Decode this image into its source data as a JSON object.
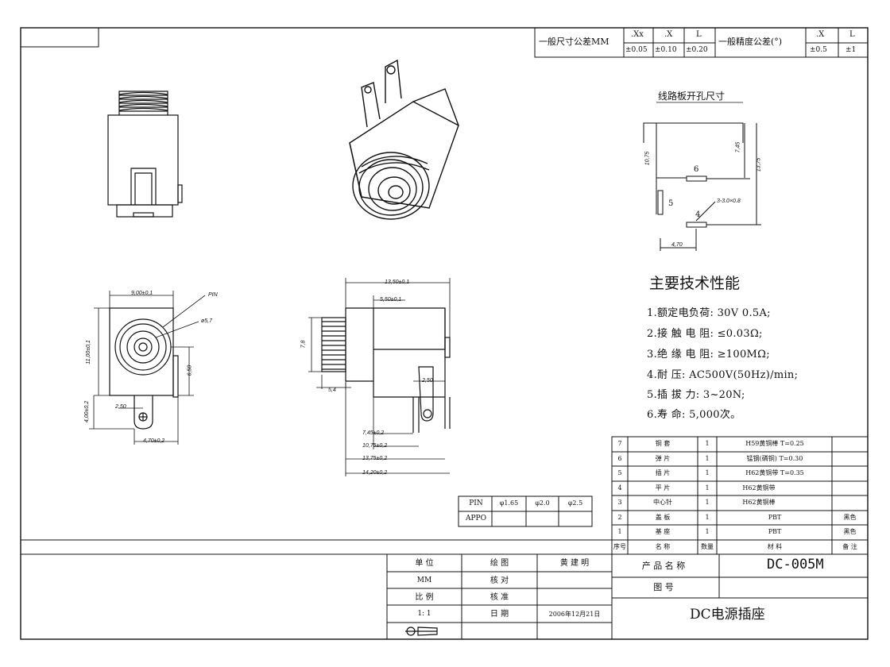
{
  "header": {
    "dim_tol_label": "一般尺寸公差MM",
    "dim_tol": [
      {
        "col": ".Xx",
        "val": "±0.05"
      },
      {
        "col": ".X",
        "val": "±0.10"
      },
      {
        "col": "L",
        "val": "±0.20"
      }
    ],
    "ang_tol_label": "一般精度公差(°)",
    "ang_tol": [
      {
        "col": ".X",
        "val": "±0.5"
      },
      {
        "col": "L",
        "val": "±1"
      }
    ]
  },
  "pcb": {
    "title": "线路板开孔尺寸",
    "dims": [
      "10,75",
      "7,45",
      "13,75",
      "4,70",
      "3-3.0×0.8"
    ],
    "hole_labels": [
      "6",
      "5",
      "4"
    ]
  },
  "specs": {
    "title": "主要技术性能",
    "items": [
      "1.额定电负荷:  30V 0.5A;",
      "2.接 触 电 阻: ≤0.03Ω;",
      "3.绝 缘 电 阻: ≥100MΩ;",
      "4.耐        压: AC500V(50Hz)/min;",
      "5.插  拔    力: 3~20N;",
      "6.寿        命: 5,000次。"
    ]
  },
  "front_dims": [
    "9,00±0,1",
    "PIN",
    "ø5,7",
    "11,00±0,1",
    "6,50",
    "4,00±0,2",
    "2,50",
    "4,70±0,2"
  ],
  "side_dims": [
    "13,50±0,1",
    "5,50±0,1",
    "7,8",
    "5,4",
    "2,50",
    "7,45±0,2",
    "10,75±0,2",
    "13,75±0,2",
    "14,20±0,2"
  ],
  "pin_table": {
    "rows": [
      [
        "PIN",
        "φ1.65",
        "φ2.0",
        "φ2.5"
      ],
      [
        "APPO",
        "",
        "",
        ""
      ]
    ]
  },
  "bom": {
    "rows": [
      {
        "no": "7",
        "name": "铜 套",
        "qty": "1",
        "material": "H59黄铜棒    T=0.25",
        "note": ""
      },
      {
        "no": "6",
        "name": "弹 片",
        "qty": "1",
        "material": "锰钢(磷铜) T=0.30",
        "note": ""
      },
      {
        "no": "5",
        "name": "插 片",
        "qty": "1",
        "material": "H62黄铜带    T=0.35",
        "note": ""
      },
      {
        "no": "4",
        "name": "平 片",
        "qty": "1",
        "material": "H62黄铜带",
        "note": ""
      },
      {
        "no": "3",
        "name": "中心针",
        "qty": "1",
        "material": "H62黄铜棒",
        "note": ""
      },
      {
        "no": "2",
        "name": "盖 板",
        "qty": "1",
        "material": "PBT",
        "note": "黑色"
      },
      {
        "no": "1",
        "name": "基 座",
        "qty": "1",
        "material": "PBT",
        "note": "黑色"
      }
    ],
    "header": [
      "序号",
      "名  称",
      "数量",
      "材    料",
      "备 注"
    ]
  },
  "title_block": {
    "unit_label": "单  位",
    "unit_value": "MM",
    "scale_label": "比  例",
    "scale_value": "1: 1",
    "draw_label": "绘  图",
    "draw_value": "黄 建 明",
    "check_label": "核  对",
    "approve_label": "核  准",
    "date_label": "日  期",
    "date_value": "2006年12月21日",
    "product_name_label": "产 品 名 称",
    "product_name_value": "DC-005M",
    "drawing_no_label": "图    号",
    "description": "DC电源插座"
  }
}
